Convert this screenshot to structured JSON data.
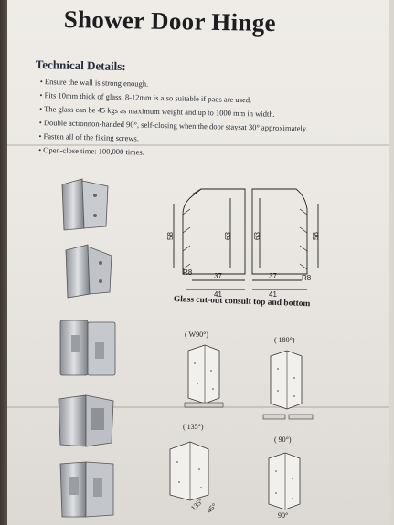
{
  "title": "Shower Door Hinge",
  "technical": {
    "heading": "Technical Details:",
    "bullets": [
      "Ensure the wall is strong enough.",
      "Fits 10mm thick of glass, 8-12mm is also suitable if pads are used.",
      "The glass can be 45 kgs as maximum weight and up to 1000 mm in width.",
      "Double actionnon-handed 90°, self-closing when the door staysat 30° approximately.",
      "Fasten all of the fixing screws.",
      "Open-close time: 100,000 times."
    ]
  },
  "diagram": {
    "dims_left": {
      "outer": "58",
      "inner": "63",
      "w1": "37",
      "w2": "41",
      "radius": "R8"
    },
    "dims_right": {
      "outer": "58",
      "inner": "63",
      "w1": "37",
      "w2": "41",
      "radius": "R8"
    },
    "caption": "Glass cut-out consult top and bottom"
  },
  "angles": {
    "a1": "( W90°)",
    "a2": "( 180°)",
    "a3": "( 135°)",
    "a4": "( 90°)",
    "a5": "135°",
    "a6": "45°",
    "a7": "90°"
  },
  "colors": {
    "paper": "#ebe8e3",
    "ink": "#1d1d1f",
    "metal": "#b9bcc0"
  }
}
